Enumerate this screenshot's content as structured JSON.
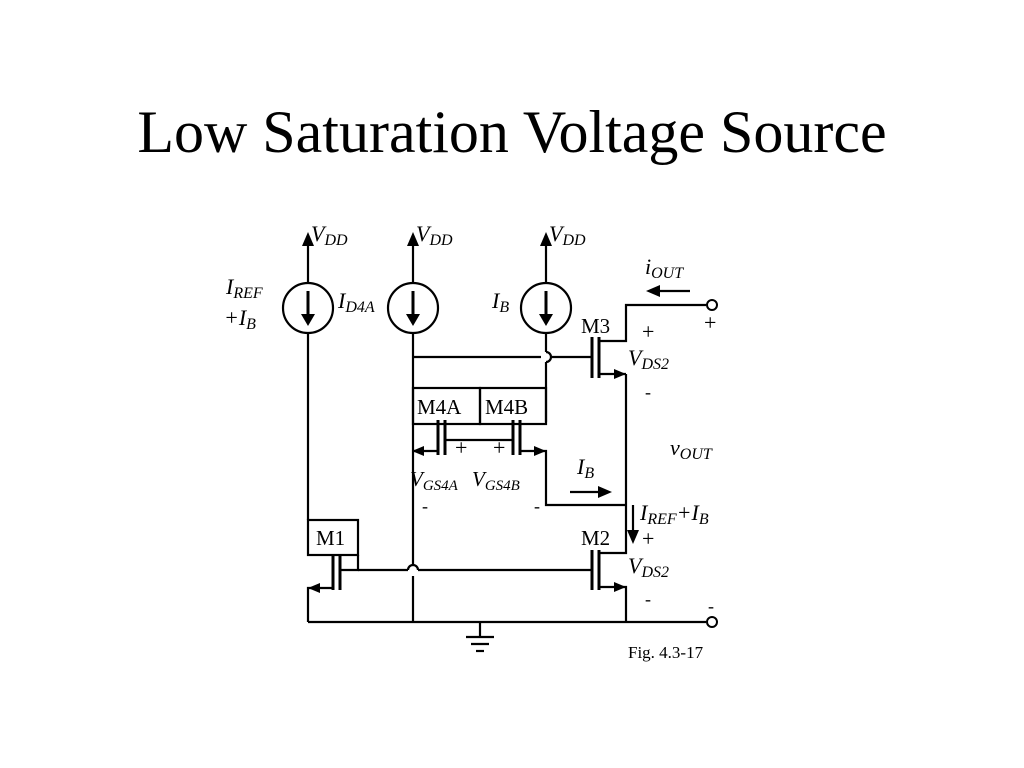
{
  "slide": {
    "title": "Low Saturation Voltage Source"
  },
  "labels": {
    "vdd1": "V",
    "vdd1_sub": "DD",
    "vdd2": "V",
    "vdd2_sub": "DD",
    "vdd3": "V",
    "vdd3_sub": "DD",
    "iref_top": "I",
    "iref_top_sub": "REF",
    "iref_bot": "+I",
    "iref_bot_sub": "B",
    "id4a": "I",
    "id4a_sub": "D4A",
    "ib_src": "I",
    "ib_src_sub": "B",
    "iout": "i",
    "iout_sub": "OUT",
    "m3": "M3",
    "m4a": "M4A",
    "m4b": "M4B",
    "m1": "M1",
    "m2": "M2",
    "vds2_top": "V",
    "vds2_top_sub": "DS2",
    "vds2_bot": "V",
    "vds2_bot_sub": "DS2",
    "vgs4a": "V",
    "vgs4a_sub": "GS4A",
    "vgs4b": "V",
    "vgs4b_sub": "GS4B",
    "ib_mid": "I",
    "ib_mid_sub": "B",
    "vout": "v",
    "vout_sub": "OUT",
    "iref_ib": "I",
    "iref_ib_sub": "REF",
    "iref_ib_plus": "+I",
    "iref_ib_plus_sub": "B",
    "plus": "+",
    "minus": "-",
    "fig": "Fig. 4.3-17"
  }
}
